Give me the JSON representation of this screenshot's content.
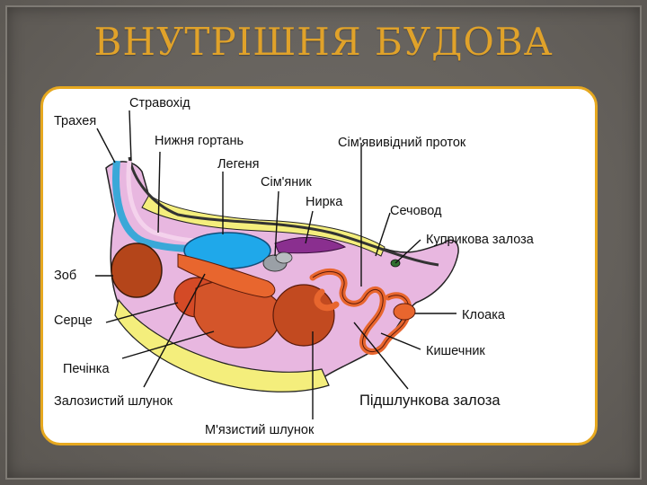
{
  "slide": {
    "title": "ВНУТРІШНЯ БУДОВА"
  },
  "diagram": {
    "labels": {
      "trachea": "Трахея",
      "esophagus": "Стравохід",
      "lower_larynx": "Нижня гортань",
      "lung": "Легеня",
      "testis": "Сім'яник",
      "kidney": "Нирка",
      "vas_deferens": "Сім'явивідний проток",
      "ureter": "Сечовод",
      "uropygial_gland": "Куприкова залоза",
      "crop": "Зоб",
      "heart": "Серце",
      "liver": "Печінка",
      "proventriculus": "Залозистий шлунок",
      "gizzard": "М'язистий шлунок",
      "pancreas": "Підшлункова залоза",
      "cloaca": "Клоака",
      "intestine": "Кишечник"
    },
    "colors": {
      "body_outline": "#e8b7e0",
      "fat_layer": "#f4ee7c",
      "lung": "#1fa8ea",
      "crop": "#b4451a",
      "liver": "#d4552a",
      "gizzard": "#c24a20",
      "intestine": "#e8662e",
      "kidney": "#8a2f8f",
      "trachea": "#3aa8d8",
      "gland": "#2f6f2f"
    }
  }
}
